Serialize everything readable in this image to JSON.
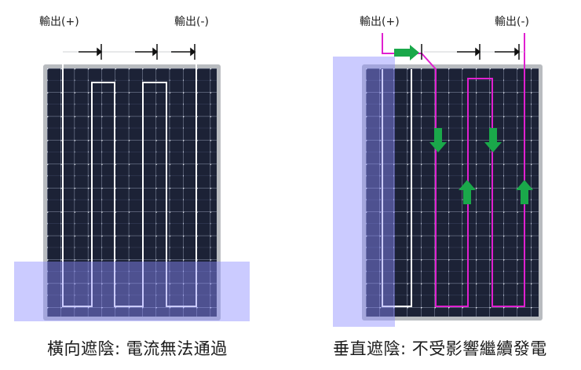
{
  "left_panel": {
    "output_plus_label": "輸出(+)",
    "output_minus_label": "輸出(-)",
    "caption": "橫向遮陰: 電流無法通過"
  },
  "right_panel": {
    "output_plus_label": "輸出(+)",
    "output_minus_label": "輸出(-)",
    "caption": "垂直遮陰: 不受影響繼續發電"
  },
  "colors": {
    "panel_cell": "#1c2236",
    "panel_frame": "#b9bcc0",
    "grid_line": "#8e97ad",
    "busbar_node": "#e8ecf5",
    "shade_overlay": "#8c8cff",
    "left_string_line": "#ffffff",
    "right_string_line": "#e020d0",
    "current_arrow": "#1aa84a",
    "bracket": "#111111"
  },
  "icons": [
    "green-current-arrow-icon",
    "black-bracket-arrow-icon"
  ]
}
